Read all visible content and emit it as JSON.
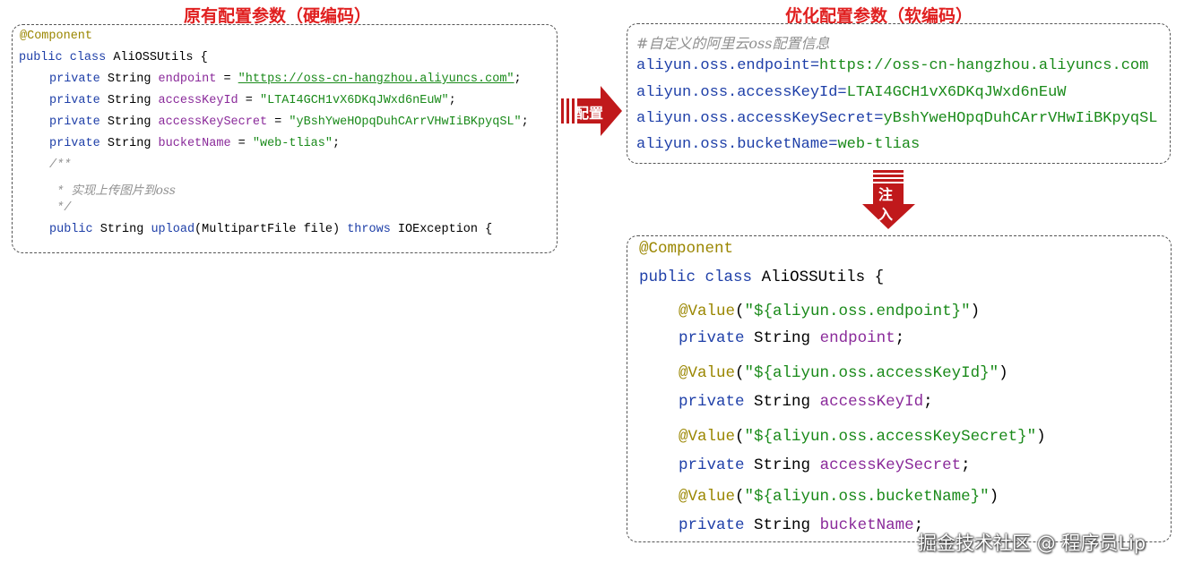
{
  "titles": {
    "left": "原有配置参数（硬编码）",
    "right": "优化配置参数（软编码）"
  },
  "arrows": {
    "configure_label": "配置",
    "inject_label_1": "注",
    "inject_label_2": "入"
  },
  "colors": {
    "title": "#e02020",
    "arrow": "#c0191b",
    "keyword": "#1e3fa8",
    "field": "#8a2a9a",
    "string": "#1a8a1a",
    "annotation": "#9a8600",
    "comment": "#909090"
  },
  "hardcoded": {
    "annotation": "@Component",
    "kw_public": "public",
    "kw_class": "class",
    "class_name": "AliOSSUtils",
    "open_brace": " {",
    "kw_private": "private",
    "type_string": "String",
    "f_endpoint": "endpoint",
    "v_endpoint": "\"https://oss-cn-hangzhou.aliyuncs.com\"",
    "f_access_key_id": "accessKeyId",
    "v_access_key_id": "\"LTAI4GCH1vX6DKqJWxd6nEuW\"",
    "f_access_key_secret": "accessKeySecret",
    "v_access_key_secret": "\"yBshYweHOpqDuhCArrVHwIiBKpyqSL\"",
    "f_bucket_name": "bucketName",
    "v_bucket_name": "\"web-tlias\"",
    "assign": " = ",
    "semicolon": ";",
    "comment_open": "/**",
    "comment_star": " * ",
    "comment_text": "实现上传图片到oss",
    "comment_close": " */",
    "method_name": "upload",
    "method_param": "(MultipartFile file) ",
    "kw_throws": "throws",
    "method_exception": " IOException {"
  },
  "properties": {
    "comment": "#自定义的阿里云oss配置信息",
    "lines": [
      {
        "key": "aliyun.oss.endpoint=",
        "value": "https://oss-cn-hangzhou.aliyuncs.com"
      },
      {
        "key": "aliyun.oss.accessKeyId=",
        "value": "LTAI4GCH1vX6DKqJWxd6nEuW"
      },
      {
        "key": "aliyun.oss.accessKeySecret=",
        "value": "yBshYweHOpqDuhCArrVHwIiBKpyqSL"
      },
      {
        "key": "aliyun.oss.bucketName=",
        "value": "web-tlias"
      }
    ]
  },
  "injected": {
    "annotation": "@Component",
    "kw_public": "public",
    "kw_class": "class",
    "class_name": "AliOSSUtils",
    "open_brace": " {",
    "value_annotation": "@Value",
    "paren_open": "(",
    "paren_close": ")",
    "v_endpoint": "\"${aliyun.oss.endpoint}\"",
    "v_access_key_id": "\"${aliyun.oss.accessKeyId}\"",
    "v_access_key_secret": "\"${aliyun.oss.accessKeySecret}\"",
    "v_bucket_name": "\"${aliyun.oss.bucketName}\"",
    "kw_private": "private",
    "type_string": "String",
    "f_endpoint": "endpoint",
    "f_access_key_id": "accessKeyId",
    "f_access_key_secret": "accessKeySecret",
    "f_bucket_name": "bucketName",
    "semicolon": ";"
  },
  "watermark": "掘金技术社区 @ 程序员Lip"
}
